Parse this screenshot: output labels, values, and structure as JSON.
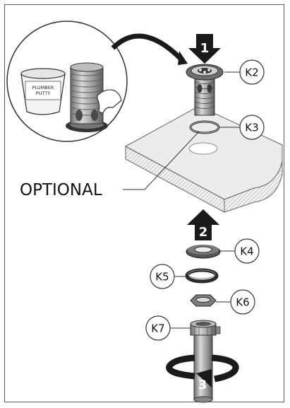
{
  "labels": {
    "k2": "K2",
    "k3": "K3",
    "k4": "K4",
    "k5": "K5",
    "k6": "K6",
    "k7": "K7",
    "optional": "OPTIONAL"
  },
  "steps": {
    "s1": "1",
    "s2": "2",
    "s3": "3"
  },
  "putty": {
    "line1": "PLUMBER",
    "line2": "PUTTY"
  },
  "colors": {
    "frame": "#5a5a5a",
    "arrow": "#1a1a1a",
    "metal": "#8c8c8c",
    "dark": "#2b2b2b",
    "counter": "#e9e9e9"
  }
}
